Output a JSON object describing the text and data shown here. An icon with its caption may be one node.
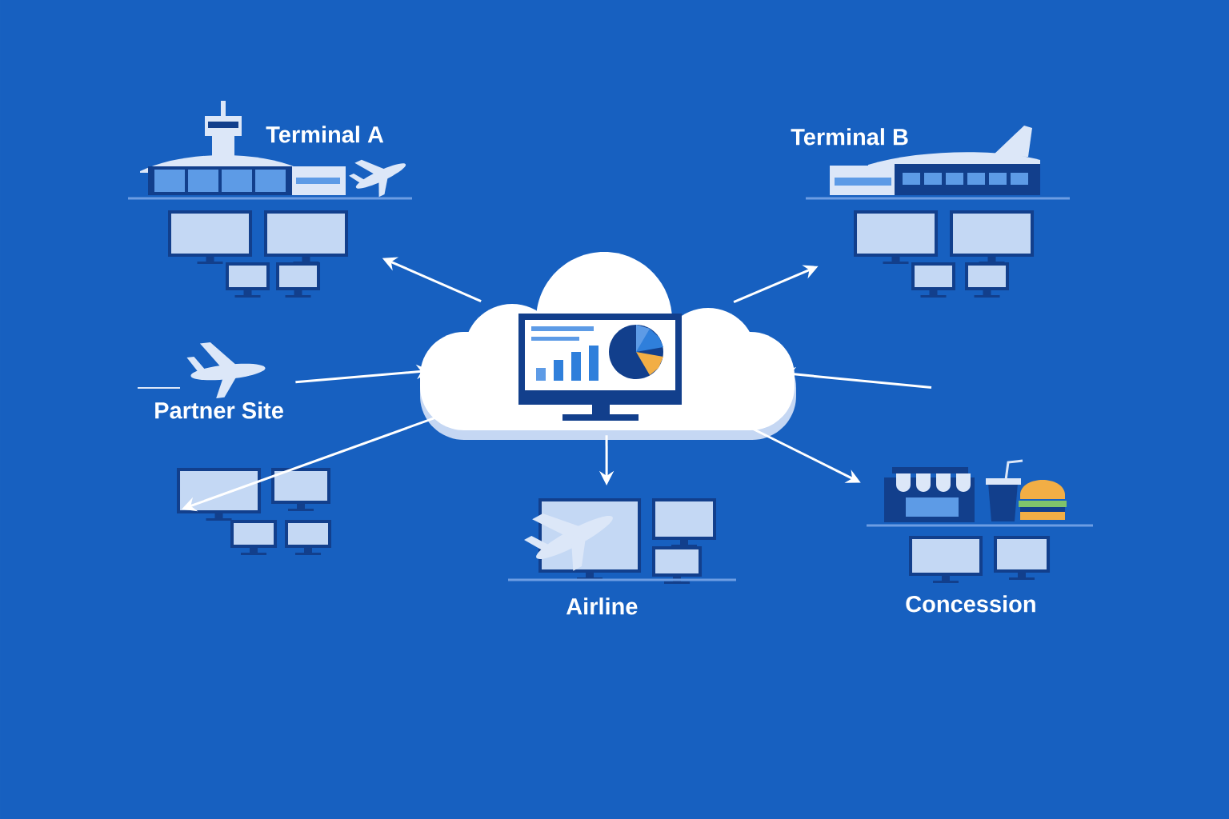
{
  "diagram": {
    "nodes": [
      {
        "text": [],
        "shape": "cloud"
      },
      {
        "text": [
          "Terminal A"
        ]
      },
      {
        "text": [
          "Terminal B"
        ]
      },
      {
        "text": [
          "Partner Site"
        ]
      },
      {
        "text": [],
        "shape": "picture"
      },
      {
        "text": [
          "Airline"
        ]
      },
      {
        "text": [
          "Concession"
        ]
      }
    ],
    "edges": [
      {
        "from": 0,
        "to": 1,
        "arrow": "to"
      },
      {
        "from": 0,
        "to": 2,
        "arrow": "to"
      },
      {
        "from": 3,
        "to": 0,
        "arrow": "to"
      },
      {
        "from": null,
        "to": 0,
        "arrow": "to"
      },
      {
        "from": 0,
        "to": 4,
        "arrow": "to"
      },
      {
        "from": 0,
        "to": 5,
        "arrow": "to"
      },
      {
        "from": 0,
        "to": 6,
        "arrow": "to"
      }
    ]
  }
}
